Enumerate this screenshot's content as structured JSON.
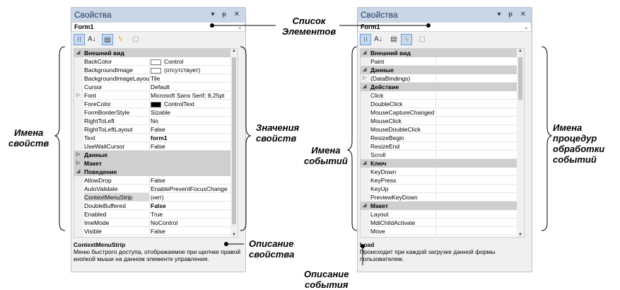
{
  "left_panel": {
    "title": "Свойства",
    "controls": "▾ ᵽ ✕",
    "object": "Form1",
    "grid": [
      {
        "cat": true,
        "name": "Внешний вид",
        "exp": "◢"
      },
      {
        "name": "BackColor",
        "value": "Control",
        "swatch": "#ffffff"
      },
      {
        "name": "BackgroundImage",
        "value": "(отсутствует)",
        "swatch": "#ffffff"
      },
      {
        "name": "BackgroundImageLayout",
        "value": "Tile"
      },
      {
        "name": "Cursor",
        "value": "Default"
      },
      {
        "name": "Font",
        "value": "Microsoft Sans Serif; 8,25pt",
        "exp": "▷"
      },
      {
        "name": "ForeColor",
        "value": "ControlText",
        "swatch": "#000000"
      },
      {
        "name": "FormBorderStyle",
        "value": "Sizable"
      },
      {
        "name": "RightToLeft",
        "value": "No"
      },
      {
        "name": "RightToLeftLayout",
        "value": "False"
      },
      {
        "name": "Text",
        "value": "form1",
        "bold": true
      },
      {
        "name": "UseWaitCursor",
        "value": "False"
      },
      {
        "cat": true,
        "name": "Данные",
        "exp": "▷"
      },
      {
        "cat": true,
        "name": "Макет",
        "exp": "▷"
      },
      {
        "cat": true,
        "name": "Поведение",
        "exp": "◢"
      },
      {
        "name": "AllowDrop",
        "value": "False"
      },
      {
        "name": "AutoValidate",
        "value": "EnablePreventFocusChange"
      },
      {
        "name": "ContextMenuStrip",
        "value": "(нет)",
        "sel": true
      },
      {
        "name": "DoubleBuffered",
        "value": "False",
        "bold": true
      },
      {
        "name": "Enabled",
        "value": "True"
      },
      {
        "name": "ImeMode",
        "value": "NoControl"
      },
      {
        "name": "Visible",
        "value": "False"
      }
    ],
    "desc_title": "ContextMenuStrip",
    "desc_text": "Меню быстрого доступа, отображаемое при щелчке правой кнопкой мыши на данном элементе управления."
  },
  "right_panel": {
    "title": "Свойства",
    "controls": "▾ ᵽ ✕",
    "object": "Form1",
    "grid": [
      {
        "cat": true,
        "name": "Внешний вид",
        "exp": "◢"
      },
      {
        "name": "Paint",
        "value": ""
      },
      {
        "cat": true,
        "name": "Данные",
        "exp": "◢"
      },
      {
        "name": "(DataBindings)",
        "value": "",
        "exp": "▷"
      },
      {
        "cat": true,
        "name": "Действие",
        "exp": "◢"
      },
      {
        "name": "Click",
        "value": ""
      },
      {
        "name": "DoubleClick",
        "value": ""
      },
      {
        "name": "MouseCaptureChanged",
        "value": ""
      },
      {
        "name": "MouseClick",
        "value": ""
      },
      {
        "name": "MouseDoubleClick",
        "value": ""
      },
      {
        "name": "ResizeBegin",
        "value": ""
      },
      {
        "name": "ResizeEnd",
        "value": ""
      },
      {
        "name": "Scroll",
        "value": ""
      },
      {
        "cat": true,
        "name": "Ключ",
        "exp": "◢"
      },
      {
        "name": "KeyDown",
        "value": ""
      },
      {
        "name": "KeyPress",
        "value": ""
      },
      {
        "name": "KeyUp",
        "value": ""
      },
      {
        "name": "PreviewKeyDown",
        "value": ""
      },
      {
        "cat": true,
        "name": "Макет",
        "exp": "◢"
      },
      {
        "name": "Layout",
        "value": ""
      },
      {
        "name": "MdiChildActivate",
        "value": ""
      },
      {
        "name": "Move",
        "value": ""
      }
    ],
    "desc_title": "Load",
    "desc_text": "Происходит при каждой загрузке данной формы пользователем."
  },
  "annotations": {
    "list": "Список\nЭлементов",
    "prop_names": "Имена\nсвойств",
    "prop_values": "Значения\nсвойств",
    "prop_desc": "Описание\nсвойства",
    "event_names": "Имена\nсобытий",
    "handler_names": "Имена\nпроцедур\nобработки\nсобытий",
    "event_desc": "Описание\nсобытия"
  },
  "icons": [
    "categorized-icon",
    "alphabetical-icon",
    "properties-icon",
    "events-icon",
    "property-pages-icon"
  ]
}
